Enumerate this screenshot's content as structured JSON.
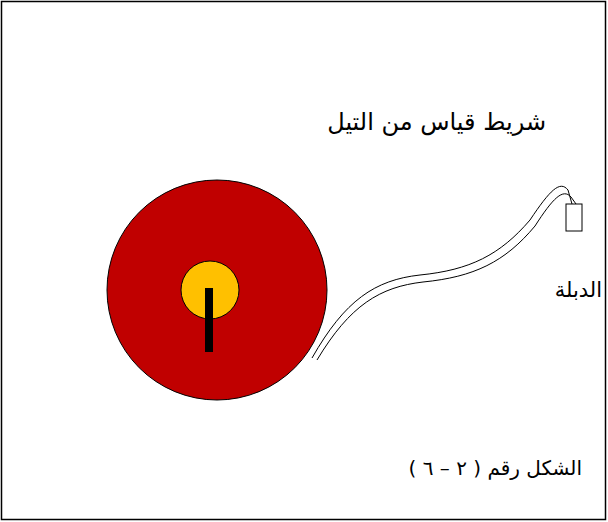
{
  "diagram": {
    "title": "شريط قياس من التيل",
    "caption": "الشكل رقم ( ٢ – ٦ )",
    "labels": [
      "الدبلة"
    ]
  }
}
